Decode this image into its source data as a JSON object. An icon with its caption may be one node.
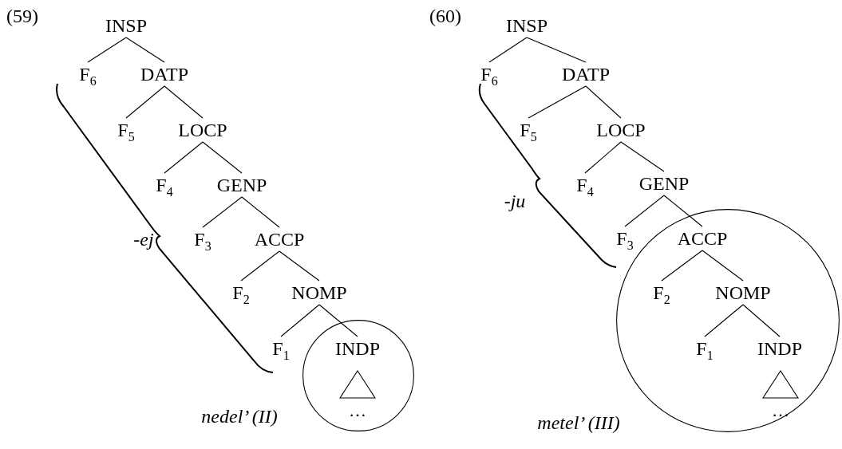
{
  "diagram": {
    "nodes": [
      {
        "text": [
          "INSP"
        ]
      },
      {
        "text": [
          "F$_{6}$"
        ]
      },
      {
        "text": [
          "DATP"
        ]
      },
      {
        "text": [
          "F$_{5}$"
        ]
      },
      {
        "text": [
          "LOCP"
        ]
      },
      {
        "text": [
          "F$_{4}$"
        ]
      },
      {
        "text": [
          "GENP"
        ]
      },
      {
        "text": [
          "F$_{3}$"
        ]
      },
      {
        "text": [
          "ACCP"
        ]
      },
      {
        "text": [
          "F$_{2}$"
        ]
      },
      {
        "text": [
          "NOMP"
        ]
      },
      {
        "text": [
          "F$_{1}$"
        ]
      },
      {
        "text": [],
        "shape": "circle"
      },
      {
        "text": [
          "INDP"
        ],
        "in": 12
      },
      {
        "text": [],
        "shape": "triangle",
        "beside": [
          "…"
        ],
        "in": 12
      },
      {
        "text": [
          "INSP"
        ]
      },
      {
        "text": [
          "F$_{6}$"
        ]
      },
      {
        "text": [
          "DATP"
        ]
      },
      {
        "text": [
          "F$_{5}$"
        ]
      },
      {
        "text": [
          "LOCP"
        ]
      },
      {
        "text": [
          "F$_{4}$"
        ]
      },
      {
        "text": [
          "GENP"
        ]
      },
      {
        "text": [
          "F$_{3}$"
        ]
      },
      {
        "text": [],
        "shape": "circle"
      },
      {
        "text": [
          "ACCP"
        ],
        "in": 23
      },
      {
        "text": [
          "F$_{2}$"
        ],
        "in": 23
      },
      {
        "text": [
          "NOMP"
        ],
        "in": 23
      },
      {
        "text": [
          "F$_{1}$"
        ],
        "in": 23
      },
      {
        "text": [
          "INDP"
        ],
        "in": 23
      },
      {
        "text": [],
        "shape": "triangle",
        "beside": [
          "…"
        ],
        "in": 23
      }
    ],
    "edges": [
      {
        "from": 0,
        "to": 1,
        "arrow": "none"
      },
      {
        "from": 0,
        "to": 2,
        "arrow": "none"
      },
      {
        "from": 2,
        "to": 3,
        "arrow": "none"
      },
      {
        "from": 2,
        "to": 4,
        "arrow": "none"
      },
      {
        "from": 4,
        "to": 5,
        "arrow": "none"
      },
      {
        "from": 4,
        "to": 6,
        "arrow": "none"
      },
      {
        "from": 6,
        "to": 7,
        "arrow": "none"
      },
      {
        "from": 6,
        "to": 8,
        "arrow": "none"
      },
      {
        "from": 8,
        "to": 9,
        "arrow": "none"
      },
      {
        "from": 8,
        "to": 10,
        "arrow": "none"
      },
      {
        "from": 10,
        "to": 11,
        "arrow": "none"
      },
      {
        "from": 10,
        "to": 13,
        "arrow": "none"
      },
      {
        "from": 15,
        "to": 16,
        "arrow": "none"
      },
      {
        "from": 15,
        "to": 17,
        "arrow": "none"
      },
      {
        "from": 17,
        "to": 18,
        "arrow": "none"
      },
      {
        "from": 17,
        "to": 19,
        "arrow": "none"
      },
      {
        "from": 19,
        "to": 20,
        "arrow": "none"
      },
      {
        "from": 19,
        "to": 21,
        "arrow": "none"
      },
      {
        "from": 21,
        "to": 22,
        "arrow": "none"
      },
      {
        "from": 21,
        "to": 24,
        "arrow": "none"
      },
      {
        "from": 24,
        "to": 25,
        "arrow": "none"
      },
      {
        "from": 24,
        "to": 26,
        "arrow": "none"
      },
      {
        "from": 26,
        "to": 27,
        "arrow": "none"
      },
      {
        "from": 26,
        "to": 28,
        "arrow": "none"
      }
    ],
    "labels": [
      "(59)",
      "(60)",
      "-ju",
      "-ej",
      "nedel’ (II)",
      "metel’ (III)"
    ]
  }
}
